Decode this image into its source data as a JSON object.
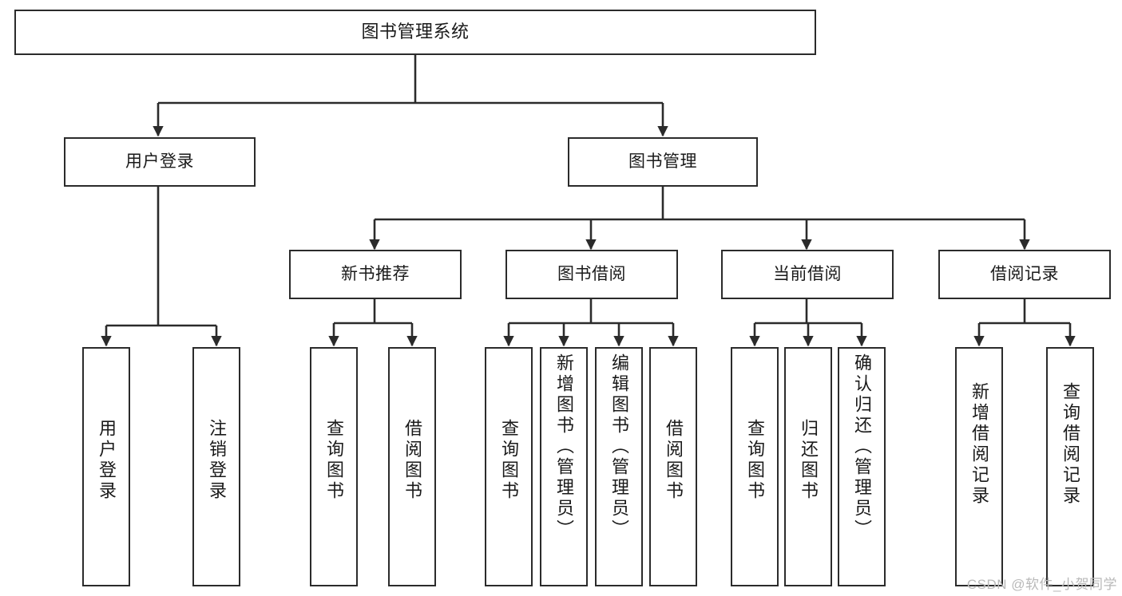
{
  "meta": {
    "title": "图书管理系统 功能结构图",
    "watermark": "CSDN @软件_小贺同学",
    "colors": {
      "stroke": "#2b2b2b",
      "fill": "#ffffff",
      "text": "#1a1a1a",
      "watermark": "#b9b9b9"
    }
  },
  "chart_data": {
    "type": "diagram",
    "diagram_kind": "tree",
    "orientation": "top-down",
    "title": "图书管理系统",
    "nodes": [
      {
        "id": "root",
        "label": "图书管理系统",
        "level": 0,
        "parent": null,
        "text_direction": "horizontal"
      },
      {
        "id": "login",
        "label": "用户登录",
        "level": 1,
        "parent": "root",
        "text_direction": "horizontal"
      },
      {
        "id": "bookmgmt",
        "label": "图书管理",
        "level": 1,
        "parent": "root",
        "text_direction": "horizontal"
      },
      {
        "id": "newbook",
        "label": "新书推荐",
        "level": 2,
        "parent": "bookmgmt",
        "text_direction": "horizontal"
      },
      {
        "id": "borrow",
        "label": "图书借阅",
        "level": 2,
        "parent": "bookmgmt",
        "text_direction": "horizontal"
      },
      {
        "id": "current",
        "label": "当前借阅",
        "level": 2,
        "parent": "bookmgmt",
        "text_direction": "horizontal"
      },
      {
        "id": "records",
        "label": "借阅记录",
        "level": 2,
        "parent": "bookmgmt",
        "text_direction": "horizontal"
      },
      {
        "id": "leaf-login-1",
        "label": "用户登录",
        "level": 3,
        "parent": "login",
        "text_direction": "vertical"
      },
      {
        "id": "leaf-login-2",
        "label": "注销登录",
        "level": 3,
        "parent": "login",
        "text_direction": "vertical"
      },
      {
        "id": "leaf-newbook-1",
        "label": "查询图书",
        "level": 3,
        "parent": "newbook",
        "text_direction": "vertical"
      },
      {
        "id": "leaf-newbook-2",
        "label": "借阅图书",
        "level": 3,
        "parent": "newbook",
        "text_direction": "vertical"
      },
      {
        "id": "leaf-borrow-1",
        "label": "查询图书",
        "level": 3,
        "parent": "borrow",
        "text_direction": "vertical"
      },
      {
        "id": "leaf-borrow-2",
        "label": "新增图书（管理员）",
        "level": 3,
        "parent": "borrow",
        "text_direction": "vertical"
      },
      {
        "id": "leaf-borrow-3",
        "label": "编辑图书（管理员）",
        "level": 3,
        "parent": "borrow",
        "text_direction": "vertical"
      },
      {
        "id": "leaf-borrow-4",
        "label": "借阅图书",
        "level": 3,
        "parent": "borrow",
        "text_direction": "vertical"
      },
      {
        "id": "leaf-current-1",
        "label": "查询图书",
        "level": 3,
        "parent": "current",
        "text_direction": "vertical"
      },
      {
        "id": "leaf-current-2",
        "label": "归还图书",
        "level": 3,
        "parent": "current",
        "text_direction": "vertical"
      },
      {
        "id": "leaf-current-3",
        "label": "确认归还（管理员）",
        "level": 3,
        "parent": "current",
        "text_direction": "vertical"
      },
      {
        "id": "leaf-records-1",
        "label": "新增借阅记录",
        "level": 3,
        "parent": "records",
        "text_direction": "vertical"
      },
      {
        "id": "leaf-records-2",
        "label": "查询借阅记录",
        "level": 3,
        "parent": "records",
        "text_direction": "vertical"
      }
    ],
    "edges": [
      {
        "from": "root",
        "to": "login"
      },
      {
        "from": "root",
        "to": "bookmgmt"
      },
      {
        "from": "bookmgmt",
        "to": "newbook"
      },
      {
        "from": "bookmgmt",
        "to": "borrow"
      },
      {
        "from": "bookmgmt",
        "to": "current"
      },
      {
        "from": "bookmgmt",
        "to": "records"
      },
      {
        "from": "login",
        "to": "leaf-login-1"
      },
      {
        "from": "login",
        "to": "leaf-login-2"
      },
      {
        "from": "newbook",
        "to": "leaf-newbook-1"
      },
      {
        "from": "newbook",
        "to": "leaf-newbook-2"
      },
      {
        "from": "borrow",
        "to": "leaf-borrow-1"
      },
      {
        "from": "borrow",
        "to": "leaf-borrow-2"
      },
      {
        "from": "borrow",
        "to": "leaf-borrow-3"
      },
      {
        "from": "borrow",
        "to": "leaf-borrow-4"
      },
      {
        "from": "current",
        "to": "leaf-current-1"
      },
      {
        "from": "current",
        "to": "leaf-current-2"
      },
      {
        "from": "current",
        "to": "leaf-current-3"
      },
      {
        "from": "records",
        "to": "leaf-records-1"
      },
      {
        "from": "records",
        "to": "leaf-records-2"
      }
    ],
    "edge_style": "orthogonal-with-arrowheads"
  },
  "labels": {
    "root": "图书管理系统",
    "login": "用户登录",
    "bookmgmt": "图书管理",
    "newbook": "新书推荐",
    "borrow": "图书借阅",
    "current": "当前借阅",
    "records": "借阅记录",
    "leaf_login_1": "用户登录",
    "leaf_login_2": "注销登录",
    "leaf_newbook_1": "查询图书",
    "leaf_newbook_2": "借阅图书",
    "leaf_borrow_1": "查询图书",
    "leaf_borrow_2": "新增图书（管理员）",
    "leaf_borrow_3": "编辑图书（管理员）",
    "leaf_borrow_4": "借阅图书",
    "leaf_current_1": "查询图书",
    "leaf_current_2": "归还图书",
    "leaf_current_3": "确认归还（管理员）",
    "leaf_records_1": "新增借阅记录",
    "leaf_records_2": "查询借阅记录"
  }
}
